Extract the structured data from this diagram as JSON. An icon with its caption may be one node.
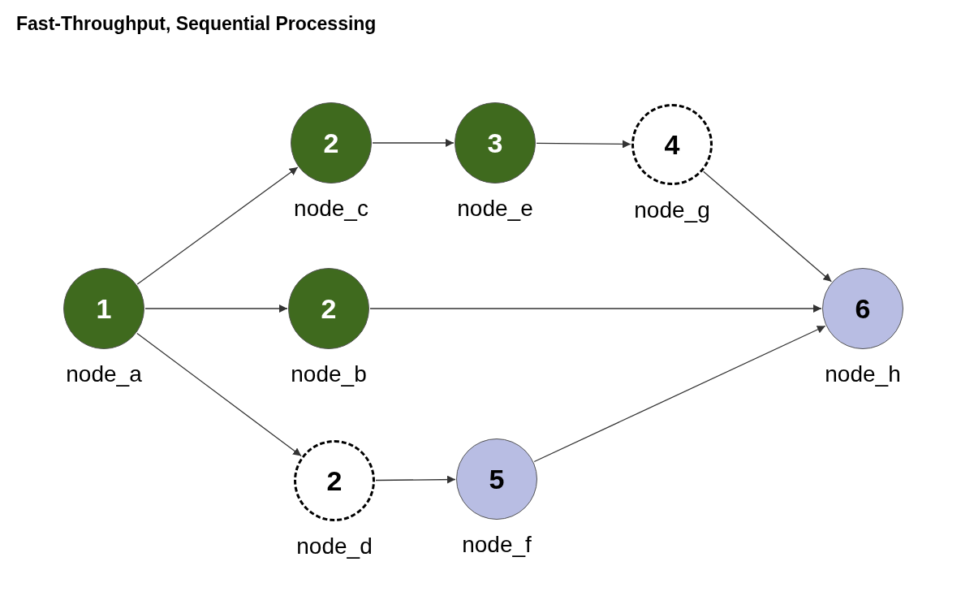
{
  "diagram": {
    "title": "Fast-Throughput, Sequential Processing",
    "nodes": [
      {
        "text": [
          "2"
        ],
        "beside": [
          "node_c"
        ]
      },
      {
        "text": [
          "3"
        ],
        "beside": [
          "node_e"
        ]
      },
      {
        "text": [
          "4"
        ],
        "beside": [
          "node_g"
        ]
      },
      {
        "text": [
          "1"
        ],
        "beside": [
          "node_a"
        ]
      },
      {
        "text": [
          "2"
        ],
        "beside": [
          "node_b"
        ]
      },
      {
        "text": [
          "6"
        ],
        "beside": [
          "node_h"
        ]
      },
      {
        "text": [
          "2"
        ],
        "beside": [
          "node_d"
        ]
      },
      {
        "text": [
          "5"
        ],
        "beside": [
          "node_f"
        ]
      }
    ],
    "edges": [
      {
        "from": 3,
        "to": 0,
        "arrow": "to"
      },
      {
        "from": 3,
        "to": 4,
        "arrow": "to"
      },
      {
        "from": 3,
        "to": 6,
        "arrow": "to"
      },
      {
        "from": 0,
        "to": 1,
        "arrow": "to"
      },
      {
        "from": 1,
        "to": 2,
        "arrow": "to"
      },
      {
        "from": 2,
        "to": 5,
        "arrow": "to"
      },
      {
        "from": 4,
        "to": 5,
        "arrow": "to"
      },
      {
        "from": 6,
        "to": 7,
        "arrow": "to"
      },
      {
        "from": 7,
        "to": 5,
        "arrow": "to"
      }
    ]
  }
}
